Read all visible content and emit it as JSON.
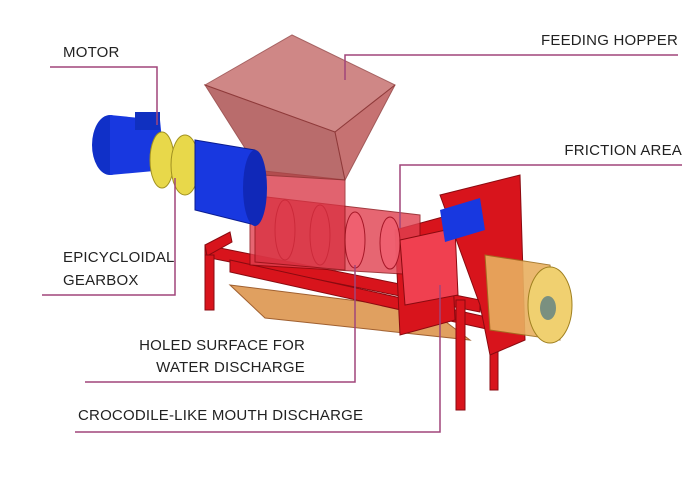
{
  "labels": {
    "motor": "MOTOR",
    "feeding_hopper": "FEEDING HOPPER",
    "friction_area": "FRICTION AREA",
    "gearbox_line1": "EPICYCLOIDAL",
    "gearbox_line2": "GEARBOX",
    "holed_line1": "HOLED SURFACE FOR",
    "holed_line2": "WATER DISCHARGE",
    "crocodile": "CROCODILE-LIKE MOUTH DISCHARGE"
  },
  "colors": {
    "leader": "#a0457a",
    "frame": "#d8141c",
    "hopper": "#c0605e",
    "motor": "#1530d0",
    "gearbox": "#e8d84a"
  }
}
